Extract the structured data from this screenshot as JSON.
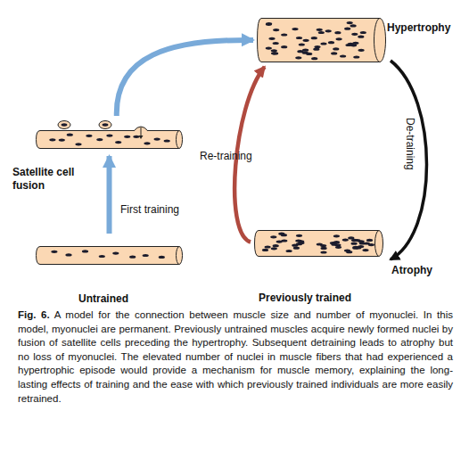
{
  "diagram": {
    "caption": "Fig. 6. A model for the connection between muscle size and number of myonuclei. In this model, myonuclei are permanent. Previously untrained muscles acquire newly formed nuclei by fusion of satellite cells preceding the hypertrophy. Subsequent detraining leads to atrophy but no loss of myonuclei. The elevated number of nuclei in muscle fibers that had experienced a hypertrophic episode would provide a mechanism for muscle memory, explaining the long-lasting effects of training and the ease with which previously trained individuals are more easily retrained.",
    "nodes": [
      {
        "text": [
          "Hypertrophy"
        ]
      },
      {
        "text": [
          "Satellite cell fusion"
        ]
      },
      {
        "text": [
          "Atrophy"
        ]
      },
      {
        "text": [
          "Untrained"
        ]
      }
    ],
    "edges": [
      {
        "from": 3,
        "to": 1,
        "arrow": "to",
        "label": "First training"
      },
      {
        "from": 1,
        "to": 0,
        "arrow": "to"
      },
      {
        "from": 2,
        "to": 0,
        "arrow": "to",
        "label": "Re-training"
      },
      {
        "from": 0,
        "to": 2,
        "arrow": "to",
        "label": "De-training"
      }
    ],
    "labels": [
      "Previously trained"
    ]
  }
}
